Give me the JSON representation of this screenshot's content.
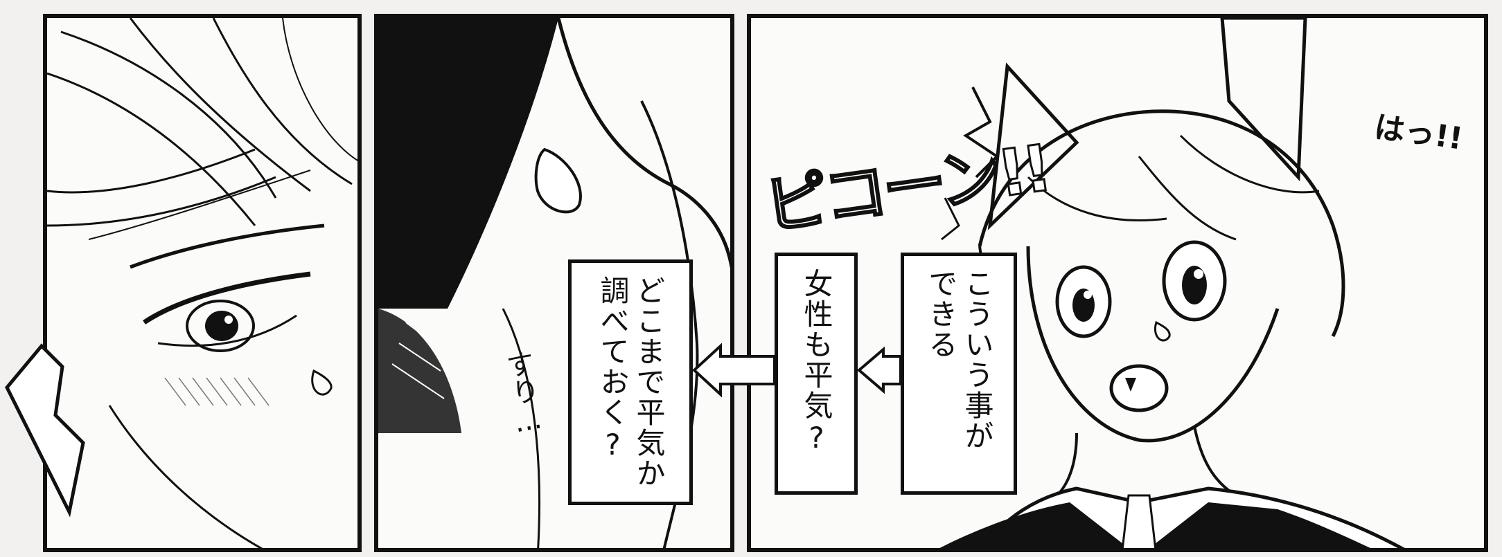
{
  "panels": {
    "left": {},
    "middle": {},
    "right": {}
  },
  "captions": {
    "first": {
      "lines": [
        "こういう事が",
        "できる"
      ]
    },
    "second": {
      "lines": [
        "女性も平気?"
      ]
    },
    "third": {
      "lines": [
        "どこまで平気か",
        "調べておく?"
      ]
    }
  },
  "sound_effects": {
    "pikoon": "ピコーン!!",
    "ha": "はっ!!",
    "suri": "すり…"
  },
  "colors": {
    "ink": "#111111",
    "paper": "#fbfbfa",
    "background": "#f2f1ef"
  }
}
